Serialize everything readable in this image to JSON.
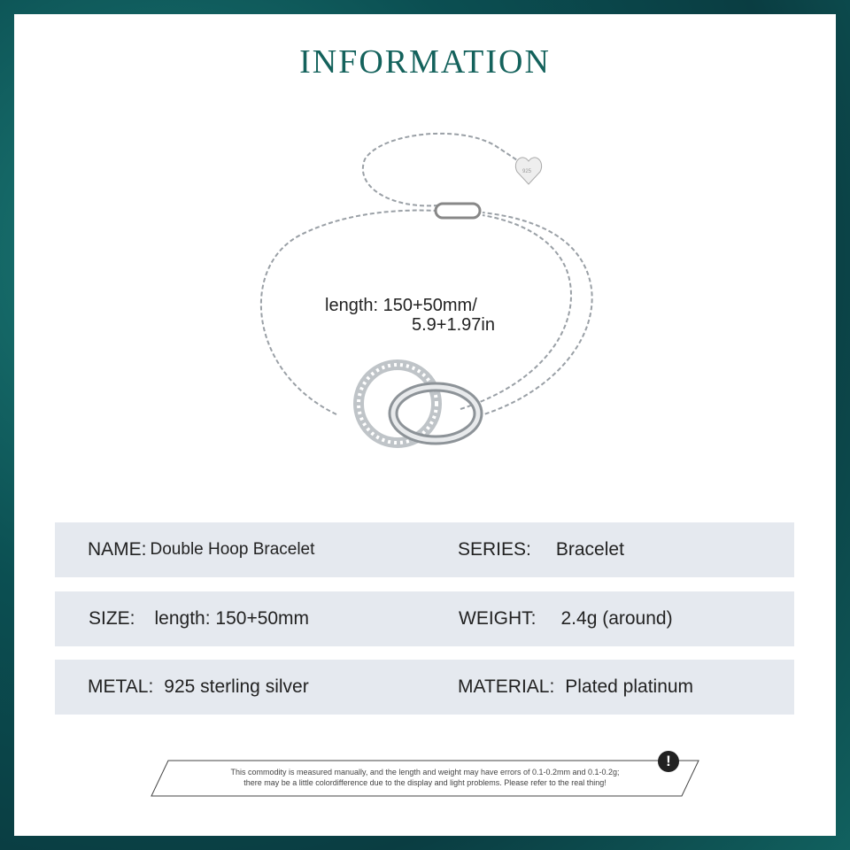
{
  "title": "INFORMATION",
  "product_image": {
    "tag_text": "925",
    "length_line1": "length: 150+50mm/",
    "length_line2": "5.9+1.97in"
  },
  "specs": [
    [
      {
        "label": "NAME:",
        "value": "Double Hoop Bracelet"
      },
      {
        "label": "SERIES:",
        "value": "Bracelet"
      }
    ],
    [
      {
        "label": "SIZE:",
        "value": "length: 150+50mm"
      },
      {
        "label": "WEIGHT:",
        "value": "2.4g (around)"
      }
    ],
    [
      {
        "label": "METAL:",
        "value": "925 sterling silver"
      },
      {
        "label": "MATERIAL:",
        "value": "Plated platinum"
      }
    ]
  ],
  "disclaimer": {
    "line1": "This commodity is measured manually, and the length and weight may have errors of 0.1-0.2mm and 0.1-0.2g;",
    "line2": "there may be a little colordifference due to the display and light problems. Please refer to the real thing!",
    "icon": "exclamation-icon"
  },
  "colors": {
    "title": "#14625c",
    "border": "#0b4f52",
    "row_bg": "#e5e9ef"
  }
}
